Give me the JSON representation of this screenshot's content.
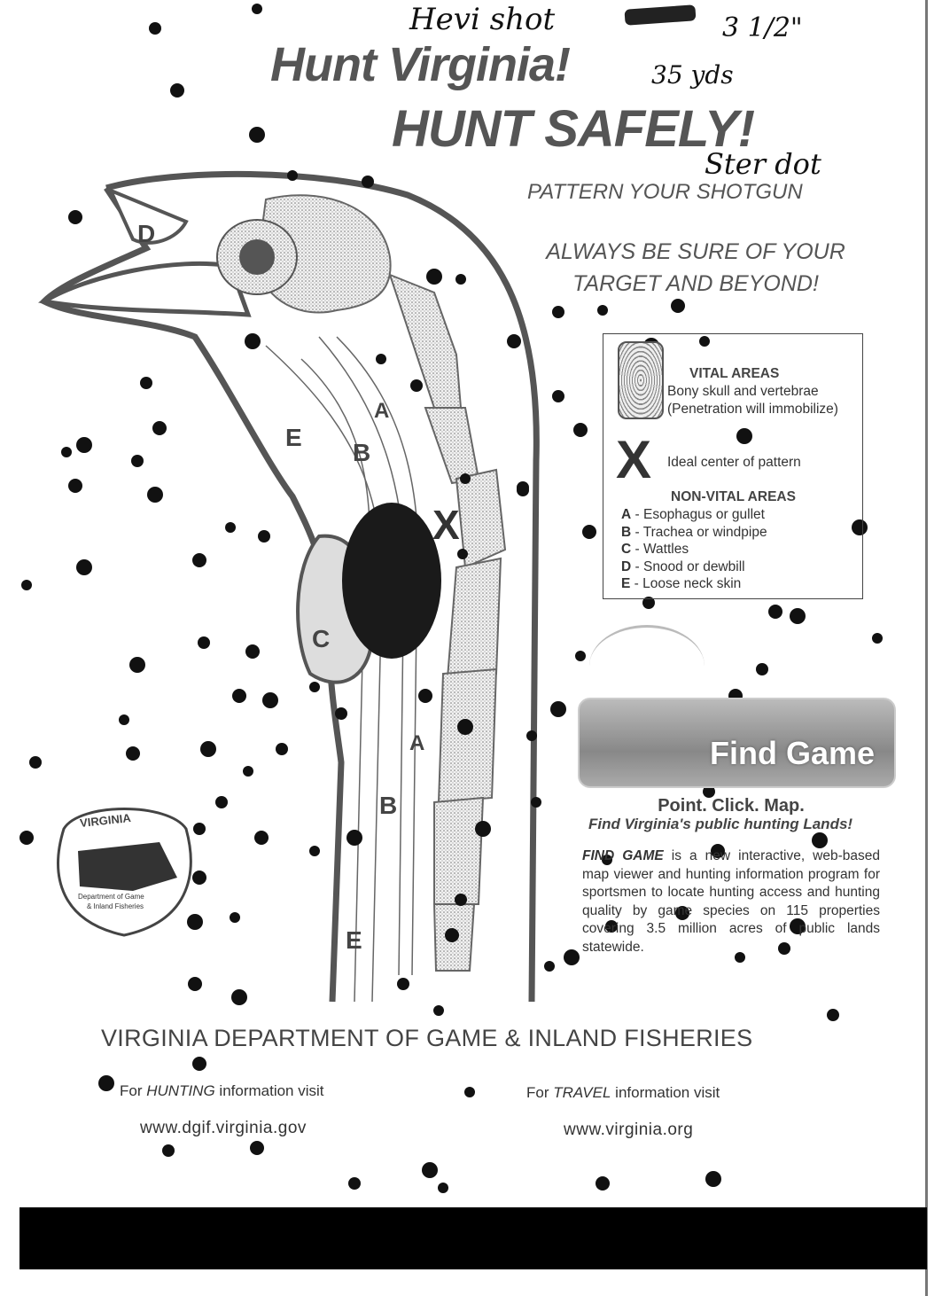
{
  "handwriting": {
    "shot": "Hevi shot",
    "shell": "3 1/2\"",
    "distance": "35 yds",
    "choke": "Ster dot"
  },
  "header": {
    "title1": "Hunt Virginia!",
    "title2": "HUNT SAFELY!",
    "pattern": "PATTERN YOUR SHOTGUN",
    "always1": "ALWAYS BE SURE OF YOUR",
    "always2": "TARGET AND BEYOND!"
  },
  "diagram_labels": {
    "A": "A",
    "B": "B",
    "C": "C",
    "D": "D",
    "E": "E",
    "X": "X"
  },
  "legend": {
    "vital_title": "VITAL AREAS",
    "vital_line1": "Bony skull and vertebrae",
    "vital_line2": "(Penetration will immobilize)",
    "x_symbol": "X",
    "x_label": "Ideal center of pattern",
    "nonvital_title": "NON-VITAL AREAS",
    "items": [
      {
        "key": "A",
        "label": " - Esophagus or gullet"
      },
      {
        "key": "B",
        "label": " - Trachea or windpipe"
      },
      {
        "key": "C",
        "label": " - Wattles"
      },
      {
        "key": "D",
        "label": " - Snood or dewbill"
      },
      {
        "key": "E",
        "label": " - Loose neck skin"
      }
    ]
  },
  "seal": {
    "top": "VIRGINIA",
    "bottom1": "Department of Game",
    "bottom2": "& Inland Fisheries"
  },
  "find_game": {
    "banner": "Find Game",
    "tagline": "Point. Click. Map.",
    "subtitle": "Find Virginia's public hunting Lands!",
    "lead": "FIND GAME",
    "body": " is a new interactive, web-based map viewer and hunting information program for sportsmen to locate hunting access and hunting quality by game species on 115 properties covering 3.5 million acres of public lands statewide."
  },
  "footer": {
    "department": "VIRGINIA DEPARTMENT OF GAME & INLAND FISHERIES",
    "hunting_pre": "For ",
    "hunting_em": "HUNTING",
    "hunting_post": " information visit",
    "hunting_url": "www.dgif.virginia.gov",
    "travel_pre": "For ",
    "travel_em": "TRAVEL",
    "travel_post": " information visit",
    "travel_url": "www.virginia.org"
  }
}
